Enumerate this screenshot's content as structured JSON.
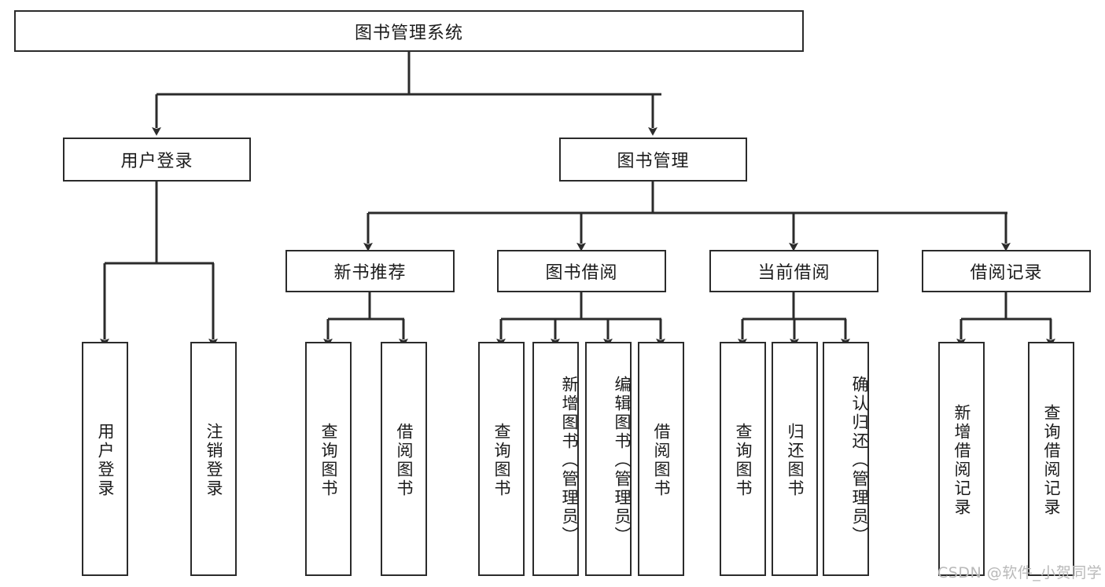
{
  "diagram": {
    "type": "tree-hierarchy-chart",
    "title": "图书管理系统",
    "root": {
      "id": "root",
      "label": "图书管理系统",
      "orientation": "horizontal"
    },
    "level2": [
      {
        "id": "user-login",
        "label": "用户登录",
        "orientation": "horizontal"
      },
      {
        "id": "book-manage",
        "label": "图书管理",
        "orientation": "horizontal"
      }
    ],
    "level3": [
      {
        "id": "new-book-recommend",
        "label": "新书推荐",
        "orientation": "horizontal",
        "parent": "book-manage"
      },
      {
        "id": "book-borrow",
        "label": "图书借阅",
        "orientation": "horizontal",
        "parent": "book-manage"
      },
      {
        "id": "current-borrow",
        "label": "当前借阅",
        "orientation": "horizontal",
        "parent": "book-manage"
      },
      {
        "id": "borrow-record",
        "label": "借阅记录",
        "orientation": "horizontal",
        "parent": "book-manage"
      }
    ],
    "leaves": [
      {
        "id": "leaf-user-login",
        "label": "用户登录",
        "orientation": "vertical",
        "parent": "user-login"
      },
      {
        "id": "leaf-logout",
        "label": "注销登录",
        "orientation": "vertical",
        "parent": "user-login"
      },
      {
        "id": "leaf-query-book-1",
        "label": "查询图书",
        "orientation": "vertical",
        "parent": "new-book-recommend"
      },
      {
        "id": "leaf-borrow-book-1",
        "label": "借阅图书",
        "orientation": "vertical",
        "parent": "new-book-recommend"
      },
      {
        "id": "leaf-query-book-2",
        "label": "查询图书",
        "orientation": "vertical",
        "parent": "book-borrow"
      },
      {
        "id": "leaf-add-book",
        "label": "新增图书（管理员）",
        "orientation": "vertical",
        "parent": "book-borrow"
      },
      {
        "id": "leaf-edit-book",
        "label": "编辑图书（管理员）",
        "orientation": "vertical",
        "parent": "book-borrow"
      },
      {
        "id": "leaf-borrow-book-2",
        "label": "借阅图书",
        "orientation": "vertical",
        "parent": "book-borrow"
      },
      {
        "id": "leaf-query-book-3",
        "label": "查询图书",
        "orientation": "vertical",
        "parent": "current-borrow"
      },
      {
        "id": "leaf-return-book",
        "label": "归还图书",
        "orientation": "vertical",
        "parent": "current-borrow"
      },
      {
        "id": "leaf-confirm-return",
        "label": "确认归还（管理员）",
        "orientation": "vertical",
        "parent": "current-borrow"
      },
      {
        "id": "leaf-add-record",
        "label": "新增借阅记录",
        "orientation": "vertical",
        "parent": "borrow-record"
      },
      {
        "id": "leaf-query-record",
        "label": "查询借阅记录",
        "orientation": "vertical",
        "parent": "borrow-record"
      }
    ],
    "watermark": "CSDN @软件_小贺同学",
    "colors": {
      "stroke": "#2b2b2b",
      "box_fill": "#ffffff",
      "text": "#1b1b1b",
      "watermark": "#b9b9b9",
      "background": "#ffffff"
    }
  }
}
